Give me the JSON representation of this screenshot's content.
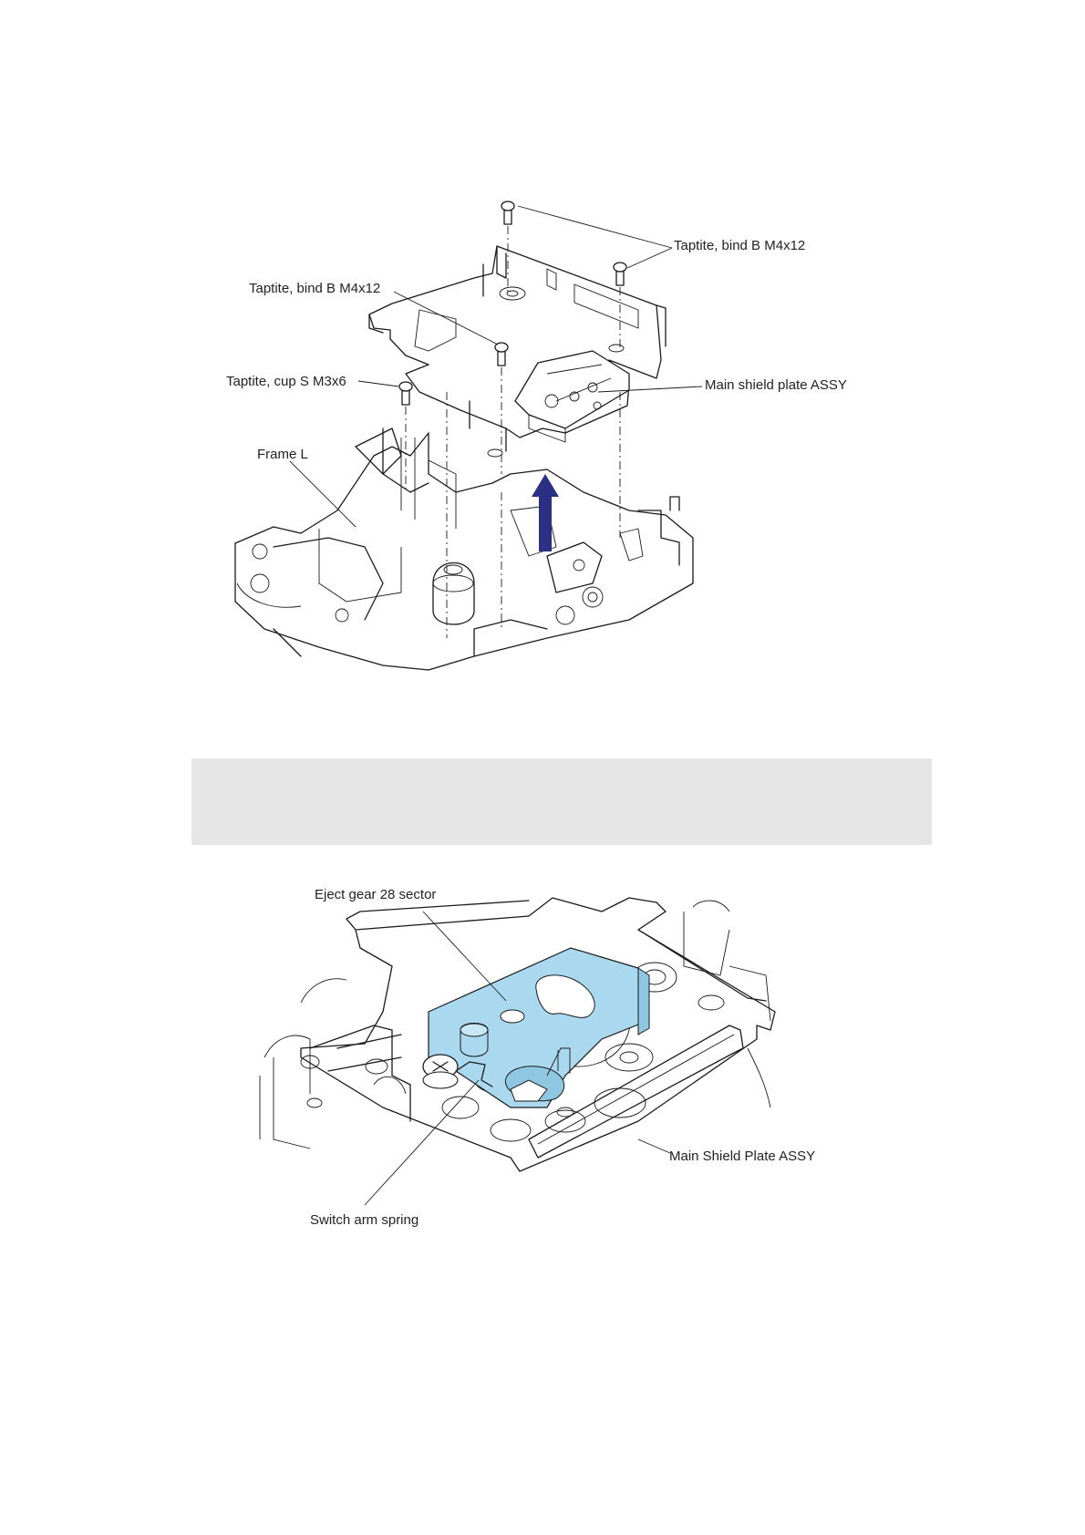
{
  "figure1": {
    "labels": {
      "screws_top": "Taptite, bind B M4x12",
      "screw_left": "Taptite, bind B M4x12",
      "screw_cup": "Taptite, cup S M3x6",
      "main_shield": "Main shield plate ASSY",
      "frame": "Frame L"
    },
    "arrow_color": "#2b2f86"
  },
  "note": {
    "background": "#e6e6e7"
  },
  "figure2": {
    "labels": {
      "eject_gear": "Eject gear 28 sector",
      "main_shield": "Main Shield Plate ASSY",
      "spring": "Switch arm spring"
    },
    "highlight_color": "#a9d8ef"
  }
}
